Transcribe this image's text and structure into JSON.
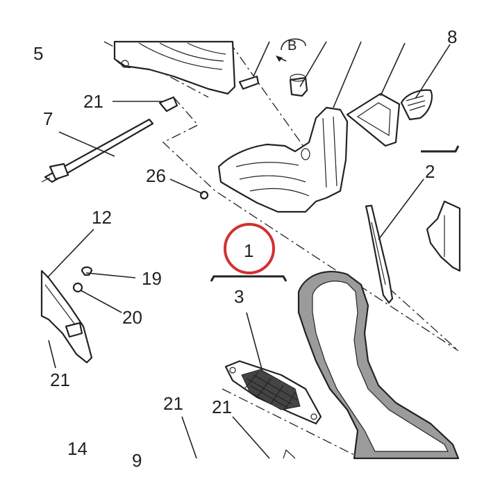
{
  "diagram": {
    "callouts": {
      "c5": "5",
      "c8": "8",
      "cB": "B",
      "c21a": "21",
      "c7": "7",
      "c26": "26",
      "c2": "2",
      "c12": "12",
      "c1": "1",
      "c19": "19",
      "c20": "20",
      "c3": "3",
      "c21b": "21",
      "c21c": "21",
      "c21d": "21",
      "c14": "14",
      "c9": "9"
    },
    "colors": {
      "highlight_circle": "#d32f2f",
      "part_fill": "#ffffff",
      "shaded_part": "#9b9b9b",
      "line": "#222222"
    }
  }
}
